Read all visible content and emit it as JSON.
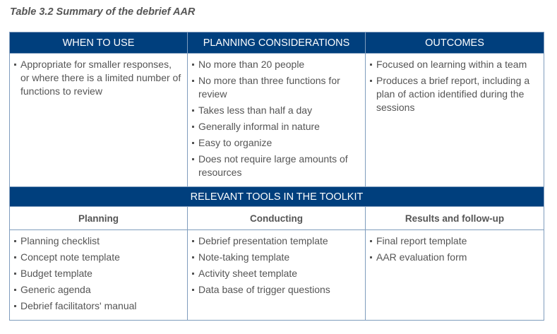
{
  "caption": "Table 3.2 Summary of the debrief AAR",
  "colors": {
    "header_bg": "#003f7d",
    "header_text": "#ffffff",
    "border": "#7f9cbd",
    "body_text": "#555555"
  },
  "table": {
    "headers": [
      "WHEN TO USE",
      "PLANNING CONSIDERATIONS",
      "OUTCOMES"
    ],
    "overview": {
      "when_to_use": [
        "Appropriate for smaller responses, or where there is a limited number of functions to review"
      ],
      "planning_considerations": [
        "No more than 20 people",
        "No more than three functions for review",
        "Takes less than half a day",
        "Generally informal in nature",
        "Easy to organize",
        "Does not require large amounts of resources"
      ],
      "outcomes": [
        "Focused on learning within a team",
        "Produces a brief report, including a plan of action identified during the sessions"
      ]
    },
    "tools_band": "RELEVANT TOOLS IN THE TOOLKIT",
    "tools_subheaders": [
      "Planning",
      "Conducting",
      "Results and follow-up"
    ],
    "tools": {
      "planning": [
        "Planning checklist",
        "Concept note template",
        "Budget template",
        "Generic agenda",
        "Debrief facilitators' manual"
      ],
      "conducting": [
        "Debrief presentation template",
        "Note-taking template",
        "Activity sheet template",
        "Data base of trigger questions"
      ],
      "results": [
        "Final report template",
        "AAR evaluation form"
      ]
    }
  }
}
